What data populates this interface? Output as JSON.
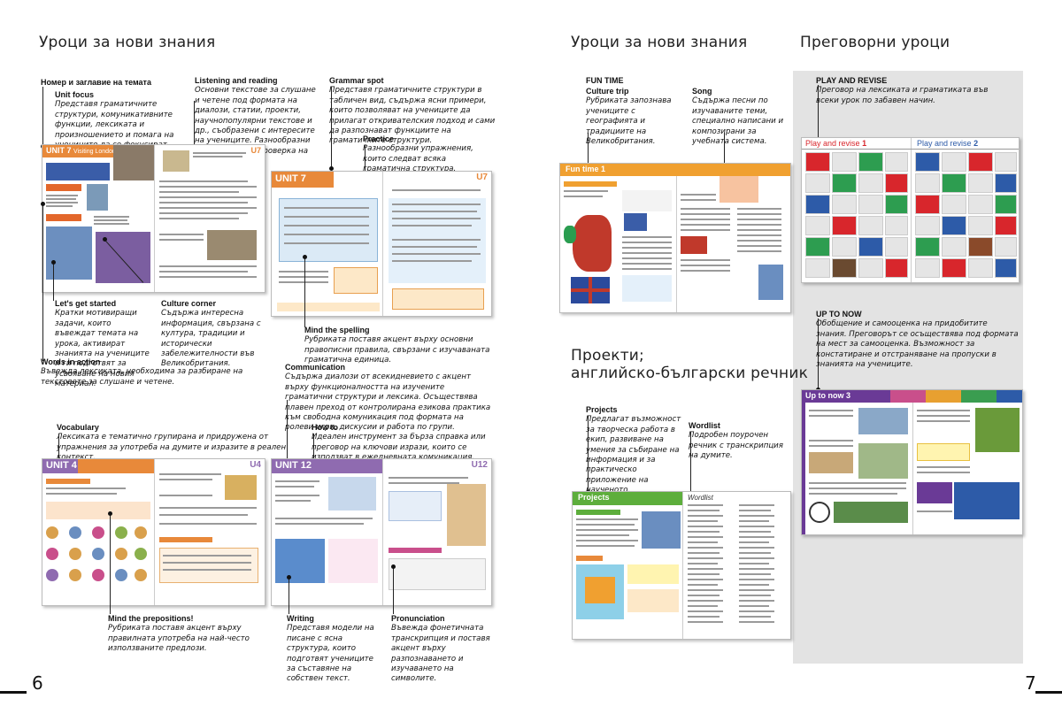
{
  "left_page": {
    "section_title": "Уроци за нови знания",
    "page_number": "6",
    "annotations": {
      "title": {
        "heading": "Номер и заглавие на темата"
      },
      "unit_focus": {
        "heading": "Unit focus",
        "text": "Представя граматичните структури, комуникативните функции, лексиката и произношението и помага на учениците да се фокусират върху целите на урока."
      },
      "listening": {
        "heading": "Listening and reading",
        "text": "Основни текстове за слушане и четене под формата на диалози, статии, проекти, научнопопулярни текстове и др., съобразени с интересите на учениците. Разнообразни упражнения за проверка на разбирането."
      },
      "grammar": {
        "heading": "Grammar spot",
        "text": "Представя граматичните структури в табличен вид, съдържа ясни примери, които позволяват на учениците да прилагат откривателския подход и сами да разпознават функциите на граматичните структури."
      },
      "practice": {
        "heading": "Practice",
        "text": "Разнообразни упражнения, които следват всяка граматична структура."
      },
      "lets_get_started": {
        "heading": "Let's get started",
        "text": "Кратки мотивиращи задачи, които въвеждат темата на урока, активират знанията на учениците и ги подготвят за усвояване на новия материал."
      },
      "culture_corner": {
        "heading": "Culture corner",
        "text": "Съдържа интересна информация, свързана с култура, традиции и исторически забележителности във Великобритания."
      },
      "words_in_action": {
        "heading": "Words in action",
        "text": "Въвежда лексиката, необходима за разбиране на текстовете за слушане и четене."
      },
      "mind_spelling": {
        "heading": "Mind the spelling",
        "text": "Рубриката поставя акцент върху основни правописни правила, свързани с изучаваната граматична единица."
      },
      "communication": {
        "heading": "Communication",
        "text": "Съдържа диалози от всекидневието с акцент върху функционалността на изучените граматични структури и лексика. Осъществява плавен преход от контролирана езикова практика към свободна комуникация под формата на ролеви игри, дискусии и работа по групи."
      },
      "how_to": {
        "heading": "How to",
        "text": "Идеален инструмент за бърза справка или преговор на ключови изрази, които се използват в ежедневната комуникация."
      },
      "vocabulary": {
        "heading": "Vocabulary",
        "text": "Лексиката е тематично групирана и придружена от упражнения за употреба на думите и изразите в реален контекст."
      },
      "mind_prepositions": {
        "heading": "Mind the prepositions!",
        "text": "Рубриката поставя акцент върху правилната употреба на най-често използваните предлози."
      },
      "writing": {
        "heading": "Writing",
        "text": "Представя модели на писане с ясна структура, които подготвят учениците за съставяне на собствен текст."
      },
      "pronunciation": {
        "heading": "Pronunciation",
        "text": "Въвежда фонетичната транскрипция и поставя акцент върху разпознаването и изучаването на символите."
      }
    },
    "spreads": {
      "unit7_left": {
        "unit_label": "UNIT",
        "unit_num": "7",
        "unit_title": "Visiting London",
        "right_label": "U7"
      },
      "unit7_right": {
        "unit_label": "UNIT",
        "unit_num": "7",
        "right_label": "U7"
      },
      "unit4": {
        "unit_label": "UNIT",
        "unit_num": "4",
        "right_label": "U4"
      },
      "unit12": {
        "unit_label": "UNIT",
        "unit_num": "12",
        "right_label": "U12"
      }
    }
  },
  "right_page": {
    "section_title_1": "Уроци за нови знания",
    "section_title_2": "Преговорни уроци",
    "section_title_3_line1": "Проекти;",
    "section_title_3_line2": "английско-български речник",
    "page_number": "7",
    "annotations": {
      "fun_time": {
        "heading": "FUN TIME"
      },
      "culture_trip": {
        "heading": "Culture trip",
        "text": "Рубриката запознава учениците с географията и традициите на Великобритания."
      },
      "song": {
        "heading": "Song",
        "text": "Съдържа песни по изучаваните теми, специално написани и композирани за учебната система."
      },
      "play_revise": {
        "heading": "PLAY AND REVISE",
        "text": "Преговор на лексиката и граматиката във всеки урок по забавен начин."
      },
      "up_to_now": {
        "heading": "UP TO NOW",
        "text": "Обобщение и самооценка на придобитите знания. Преговорът се осъществява под формата на мест за самооценка. Възможност за констатиране и отстраняване на пропуски в знанията на учениците."
      },
      "projects": {
        "heading": "Projects",
        "text": "Предлагат възможност за творческа работа в екип, развиване на умения за събиране на информация и за практическо приложение на наученото."
      },
      "wordlist": {
        "heading": "Wordlist",
        "text": "Подробен поурочен речник с транскрипция на думите."
      }
    },
    "spreads": {
      "fun_time": {
        "label": "Fun time",
        "num": "1"
      },
      "play_revise_1": {
        "label": "Play and revise",
        "num": "1"
      },
      "play_revise_2": {
        "label": "Play and revise",
        "num": "2"
      },
      "up_to_now": {
        "label": "Up to now",
        "num": "3"
      },
      "projects": {
        "label": "Projects"
      },
      "wordlist": {
        "label": "Wordlist"
      }
    }
  },
  "colors": {
    "unit_orange": "#e8893a",
    "unit_purple": "#8f6bb0",
    "unit_pink": "#c94f8b",
    "fun_orange": "#f0a030",
    "play_red": "#d8262c",
    "play_blue": "#2d5ba8",
    "upto_purple": "#6a3a96",
    "projects_green": "#5dae3c",
    "gray_panel": "#e3e3e3"
  }
}
